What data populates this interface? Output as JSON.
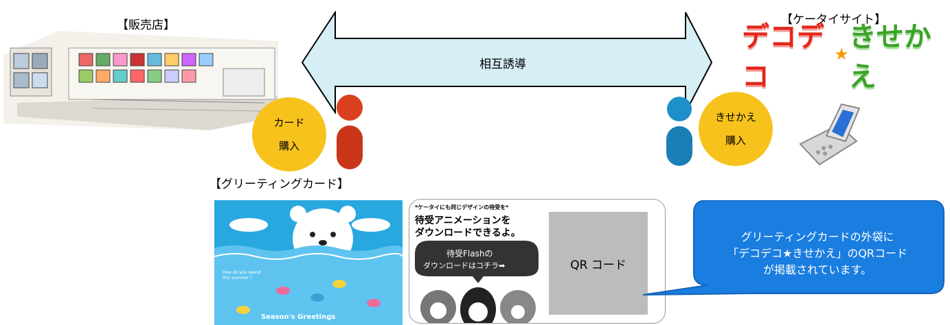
{
  "labels": {
    "store": "【販売店】",
    "mobile_site": "【ケータイサイト】",
    "greeting_card": "【グリーティングカード】"
  },
  "arrow": {
    "label": "相互誘導"
  },
  "logo": {
    "text_left": "デコデコ",
    "star": "★",
    "text_right": "きせかえ"
  },
  "left_buy": {
    "line1": "カード",
    "line2": "購入"
  },
  "right_buy": {
    "line1": "きせかえ",
    "line2": "購入"
  },
  "card_front": {
    "greeting_small_1": "How do you spend",
    "greeting_small_2": "this summer ?",
    "greeting": "Season's Greetings"
  },
  "card_back": {
    "top_note": "*ケータイにも同じデザインの待受を*",
    "headline_1": "待受アニメーションを",
    "headline_2": "ダウンロードできるよ。",
    "bubble_1": "待受Flashの",
    "bubble_2": "ダウンロードはコチラ➡",
    "qr_label": "QR コード"
  },
  "callout": {
    "line1": "グリーティングカードの外袋に",
    "line2": "「デコデコ★きせかえ」のQRコード",
    "line3": "が掲載されています。"
  },
  "colors": {
    "arrow_fill": "#d6eef6",
    "circle": "#f7c21c",
    "person_red": "#d8401e",
    "person_blue": "#1e8fc8",
    "card_bg": "#29a8e0",
    "callout_fill": "#1a7de0"
  }
}
